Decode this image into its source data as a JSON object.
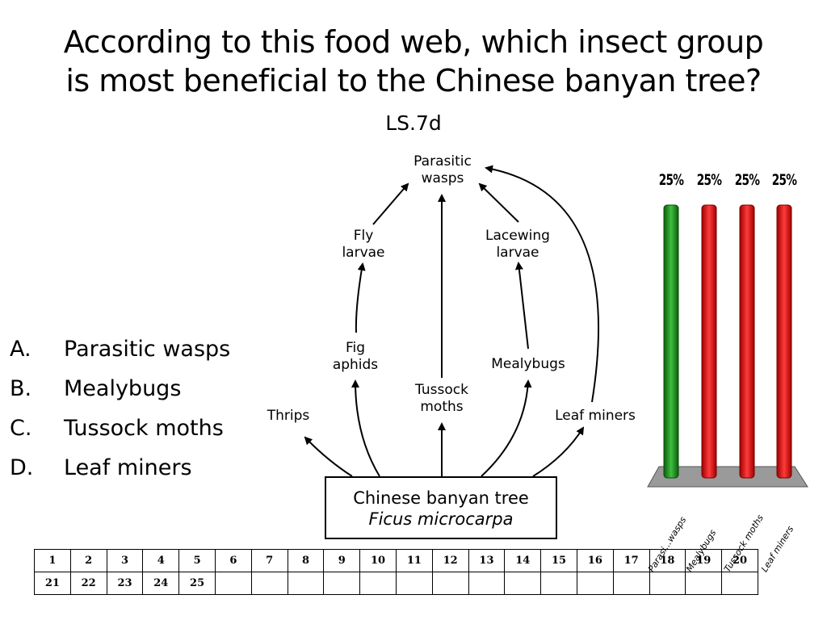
{
  "slide": {
    "title_line1": "According to this food web, which insect group",
    "title_line2": "is most beneficial to the Chinese banyan tree?",
    "subtitle": "LS.7d"
  },
  "answers": [
    {
      "letter": "A.",
      "text": "Parasitic wasps"
    },
    {
      "letter": "B.",
      "text": "Mealybugs"
    },
    {
      "letter": "C.",
      "text": "Tussock moths"
    },
    {
      "letter": "D.",
      "text": "Leaf miners"
    }
  ],
  "food_web": {
    "nodes": {
      "parasitic_wasps": [
        "Parasitic",
        "wasps"
      ],
      "fly_larvae": [
        "Fly",
        "larvae"
      ],
      "lacewing_larvae": [
        "Lacewing",
        "larvae"
      ],
      "fig_aphids": [
        "Fig",
        "aphids"
      ],
      "mealybugs": [
        "Mealybugs"
      ],
      "tussock_moths": [
        "Tussock",
        "moths"
      ],
      "thrips": [
        "Thrips"
      ],
      "leaf_miners": [
        "Leaf miners"
      ],
      "tree_common": "Chinese banyan tree",
      "tree_scientific": "Ficus microcarpa"
    }
  },
  "chart_data": {
    "type": "bar",
    "categories": [
      "Parasi...wasps",
      "Mealybugs",
      "Tussock moths",
      "Leaf miners"
    ],
    "values": [
      25,
      25,
      25,
      25
    ],
    "value_labels": [
      "25%",
      "25%",
      "25%",
      "25%"
    ],
    "colors": [
      "#1f8a1f",
      "#ee1111",
      "#ee1111",
      "#ee1111"
    ],
    "ylim": [
      0,
      25
    ],
    "title": "",
    "xlabel": "",
    "ylabel": ""
  },
  "response_grid": {
    "row1": [
      "1",
      "2",
      "3",
      "4",
      "5",
      "6",
      "7",
      "8",
      "9",
      "10",
      "11",
      "12",
      "13",
      "14",
      "15",
      "16",
      "17",
      "18",
      "19",
      "20"
    ],
    "row2": [
      "21",
      "22",
      "23",
      "24",
      "25",
      "",
      "",
      "",
      "",
      "",
      "",
      "",
      "",
      "",
      "",
      "",
      "",
      "",
      "",
      ""
    ]
  }
}
